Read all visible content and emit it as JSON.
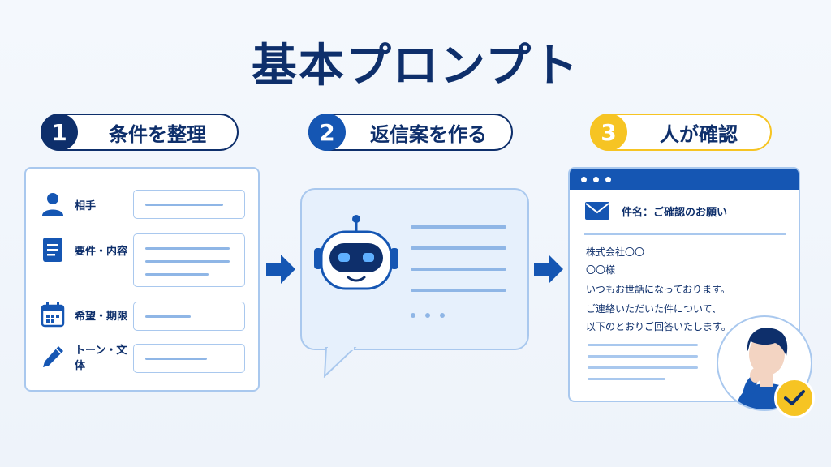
{
  "title": "基本プロンプト",
  "steps": [
    {
      "number": "1",
      "label": "条件を整理"
    },
    {
      "number": "2",
      "label": "返信案を作る"
    },
    {
      "number": "3",
      "label": "人が確認"
    }
  ],
  "conditions": [
    {
      "label": "相手",
      "icon": "person-icon"
    },
    {
      "label": "要件・内容",
      "icon": "document-icon"
    },
    {
      "label": "希望・期限",
      "icon": "calendar-icon"
    },
    {
      "label": "トーン・文体",
      "icon": "pencil-icon"
    }
  ],
  "email": {
    "subject": "件名：ご確認のお願い",
    "lines": [
      "株式会社〇〇",
      "〇〇様",
      "いつもお世話になっております。",
      "ご連絡いただいた件について、",
      "以下のとおりご回答いたします。"
    ]
  },
  "colors": {
    "navy": "#0e2f6b",
    "blue": "#1556b3",
    "yellow": "#f6c423",
    "light_blue": "#a9c8ee"
  }
}
